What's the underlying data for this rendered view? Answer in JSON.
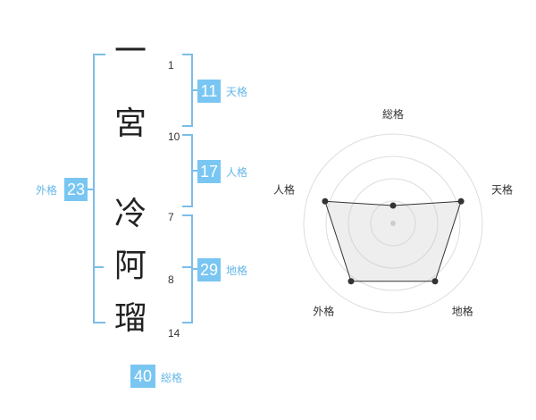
{
  "name": {
    "chars": [
      {
        "char": "一",
        "strokes": "1"
      },
      {
        "char": "宮",
        "strokes": "10"
      },
      {
        "char": "冷",
        "strokes": "7"
      },
      {
        "char": "阿",
        "strokes": "8"
      },
      {
        "char": "瑠",
        "strokes": "14"
      }
    ]
  },
  "kakusu": {
    "tenkaku": {
      "value": "11",
      "label": "天格"
    },
    "jinkaku": {
      "value": "17",
      "label": "人格"
    },
    "chikaku": {
      "value": "29",
      "label": "地格"
    },
    "gaikaku": {
      "value": "23",
      "label": "外格"
    },
    "soukaku": {
      "value": "40",
      "label": "総格"
    }
  },
  "colors": {
    "accent": "#79c6f2",
    "label": "#64b7e8",
    "bracket": "#7bbde9"
  },
  "chart_data": {
    "type": "radar",
    "axes": [
      "総格",
      "天格",
      "地格",
      "外格",
      "人格"
    ],
    "values": [
      0.2,
      0.8,
      0.8,
      0.8,
      0.8
    ],
    "max": 1,
    "rings": 4
  }
}
